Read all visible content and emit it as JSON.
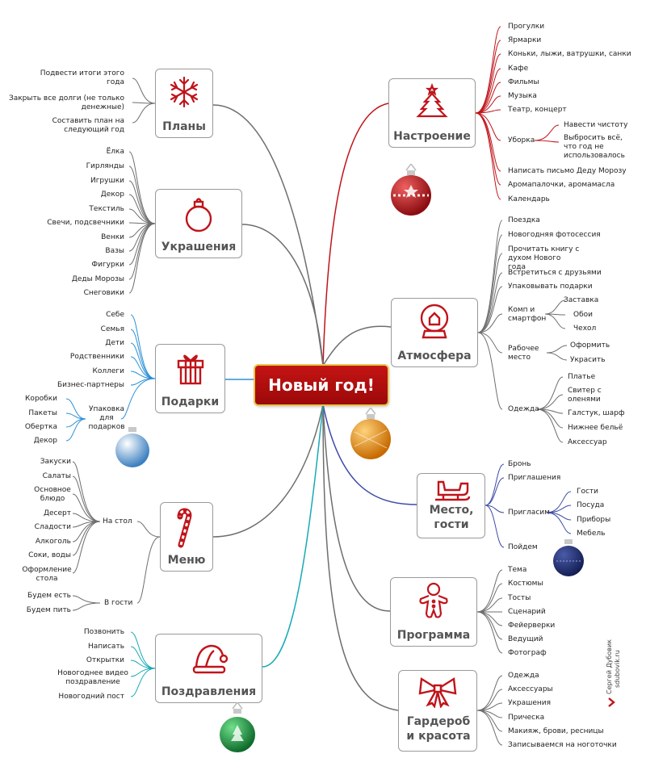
{
  "title": "Новый год!",
  "credit": {
    "author": "Сергей Дубовик",
    "site": "sdubovik.ru"
  },
  "colors": {
    "accent": "#c0141a",
    "red": "#c0141a",
    "gray": "#6e6e6e",
    "blue": "#2b8fd6",
    "navy": "#3c4aa8",
    "teal": "#19a9b5"
  },
  "branches": {
    "plans": {
      "label": "Планы",
      "icon": "snowflake-icon",
      "items": [
        "Подвести итоги этого года",
        "Закрыть все долги (не только денежные)",
        "Составить план на следующий год"
      ]
    },
    "decor": {
      "label": "Украшения",
      "icon": "ornament-icon",
      "items": [
        "Ёлка",
        "Гирлянды",
        "Игрушки",
        "Декор",
        "Текстиль",
        "Свечи, подсвечники",
        "Венки",
        "Вазы",
        "Фигурки",
        "Деды Морозы",
        "Снеговики"
      ]
    },
    "gifts": {
      "label": "Подарки",
      "icon": "gift-icon",
      "items": [
        "Себе",
        "Семья",
        "Дети",
        "Родственники",
        "Коллеги",
        "Бизнес-партнеры"
      ],
      "packaging": {
        "label": "Упаковка для подарков",
        "items": [
          "Коробки",
          "Пакеты",
          "Обертка",
          "Декор"
        ]
      }
    },
    "menu": {
      "label": "Меню",
      "icon": "candy-cane-icon",
      "table": {
        "label": "На стол",
        "items": [
          "Закуски",
          "Салаты",
          "Основное блюдо",
          "Десерт",
          "Сладости",
          "Алкоголь",
          "Соки, воды",
          "Оформление стола"
        ]
      },
      "guests": {
        "label": "В гости",
        "items": [
          "Будем есть",
          "Будем пить"
        ]
      }
    },
    "greetings": {
      "label": "Поздравления",
      "icon": "santa-hat-icon",
      "items": [
        "Позвонить",
        "Написать",
        "Открытки",
        "Новогоднее видео поздравление",
        "Новогодний пост"
      ]
    },
    "mood": {
      "label": "Настроение",
      "icon": "christmas-tree-icon",
      "items": [
        "Прогулки",
        "Ярмарки",
        "Коньки, лыжи, ватрушки, санки",
        "Кафе",
        "Фильмы",
        "Музыка",
        "Театр, концерт"
      ],
      "cleaning": {
        "label": "Уборка",
        "items": [
          "Навести чистоту",
          "Выбросить всё, что год не использовалось"
        ]
      },
      "items2": [
        "Написать письмо Деду Морозу",
        "Аромапалочки, аромамасла",
        "Календарь"
      ]
    },
    "atmosphere": {
      "label": "Атмосфера",
      "icon": "snow-globe-icon",
      "items": [
        "Поездка",
        "Новогодняя фотосессия",
        "Прочитать книгу с духом Нового года",
        "Встретиться с друзьями",
        "Упаковывать подарки"
      ],
      "computer": {
        "label": "Комп и смартфон",
        "items": [
          "Заставка",
          "Обои",
          "Чехол"
        ]
      },
      "workplace": {
        "label": "Рабочее место",
        "items": [
          "Оформить",
          "Украсить"
        ]
      },
      "clothes": {
        "label": "Одежда",
        "items": [
          "Платье",
          "Свитер с оленями",
          "Галстук, шарф",
          "Нижнее бельё",
          "Аксессуар"
        ]
      }
    },
    "place": {
      "label": "Место, гости",
      "icon": "sleigh-icon",
      "items": [
        "Бронь",
        "Приглашения"
      ],
      "invite": {
        "label": "Пригласим",
        "items": [
          "Гости",
          "Посуда",
          "Приборы",
          "Мебель"
        ]
      },
      "items2": [
        "Пойдем"
      ]
    },
    "program": {
      "label": "Программа",
      "icon": "gingerbread-icon",
      "items": [
        "Тема",
        "Костюмы",
        "Тосты",
        "Сценарий",
        "Фейерверки",
        "Ведущий",
        "Фотограф"
      ]
    },
    "wardrobe": {
      "label": "Гардероб и красота",
      "icon": "bow-icon",
      "items": [
        "Одежда",
        "Аксессуары",
        "Украшения",
        "Прическа",
        "Макияж, брови, ресницы",
        "Записываемся на ноготочки"
      ]
    }
  }
}
